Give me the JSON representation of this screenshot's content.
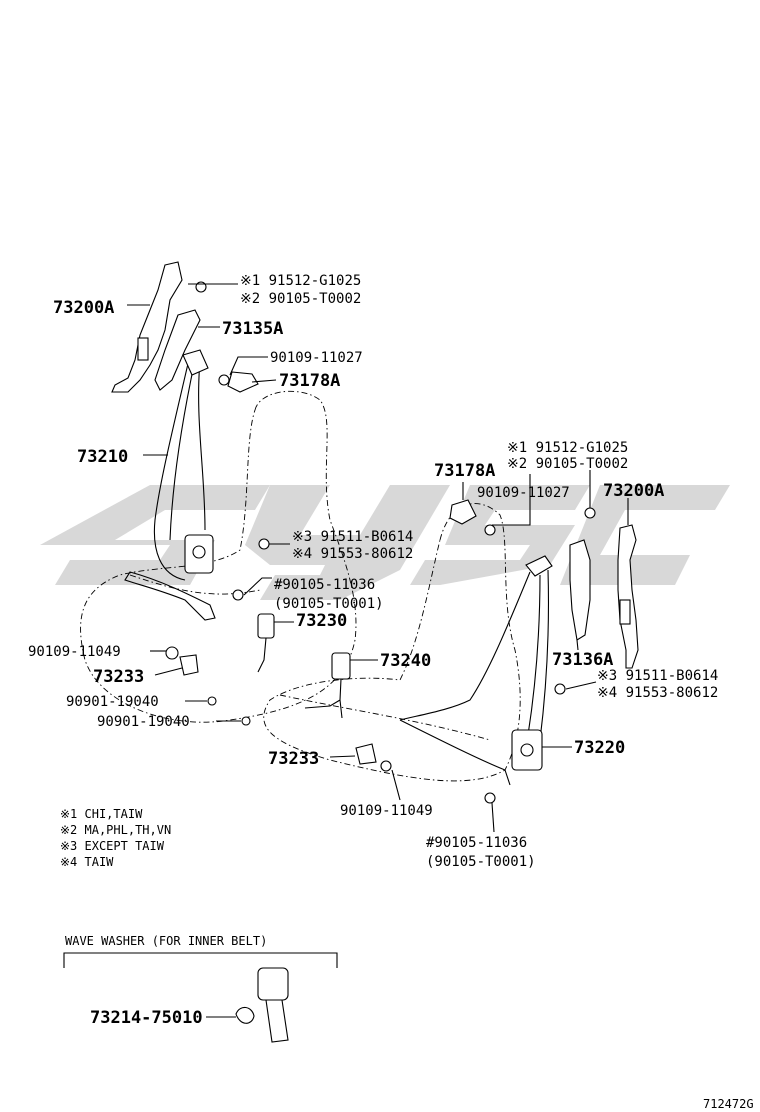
{
  "watermark": "SYS",
  "labels": {
    "p73200A_l": "73200A",
    "note1_l": "※1 91512-G1025",
    "note2_l": "※2 90105-T0002",
    "p73135A": "73135A",
    "p90109_11027_l": "90109-11027",
    "p73178A_l": "73178A",
    "p73210": "73210",
    "note3_l": "※3 91511-B0614",
    "note4_l": "※4 91553-80612",
    "p90105_11036_l": "#90105-11036",
    "p90105_T0001_l": "(90105-T0001)",
    "p73230": "73230",
    "p90109_11049_l": "90109-11049",
    "p73233_l": "73233",
    "p90901_a": "90901-19040",
    "p90901_b": "90901-19040",
    "p73240": "73240",
    "p73233_c": "73233",
    "p90109_11049_c": "90109-11049",
    "note1_r": "※1 91512-G1025",
    "note2_r": "※2 90105-T0002",
    "p73178A_r": "73178A",
    "p90109_11027_r": "90109-11027",
    "p73200A_r": "73200A",
    "p73136A": "73136A",
    "note3_r": "※3 91511-B0614",
    "note4_r": "※4 91553-80612",
    "p73220": "73220",
    "p90105_11036_r": "#90105-11036",
    "p90105_T0001_r": "(90105-T0001)",
    "p73214": "73214-75010"
  },
  "legend": [
    "※1 CHI,TAIW",
    "※2 MA,PHL,TH,VN",
    "※3 EXCEPT TAIW",
    "※4 TAIW"
  ],
  "wave_washer_title": "WAVE WASHER (FOR INNER BELT)",
  "figure_code": "712472G",
  "colors": {
    "line": "#000000",
    "watermark": "#d3d3d3"
  }
}
